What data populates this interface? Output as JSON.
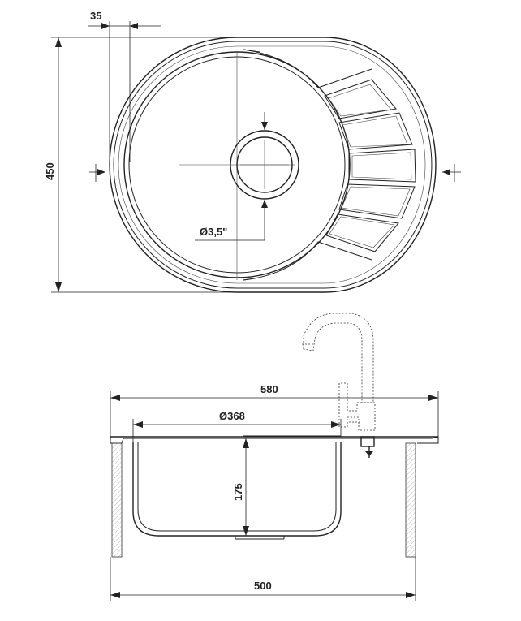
{
  "top_view": {
    "dim_width_top": "35",
    "dim_height": "450",
    "dim_drain": "Ø3,5\""
  },
  "side_view": {
    "dim_overall_width": "580",
    "dim_bowl_diameter": "Ø368",
    "dim_bowl_depth": "175",
    "dim_cabinet_width": "500"
  }
}
